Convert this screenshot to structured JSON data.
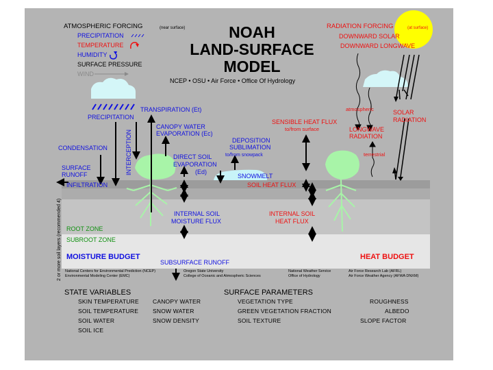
{
  "title": {
    "line1": "NOAH",
    "line2": "LAND-SURFACE",
    "line3": "MODEL",
    "subtitle": "NCEP • OSU • Air Force • Office Of Hydrology"
  },
  "atmospheric_forcing": {
    "heading": "ATMOSPHERIC FORCING",
    "qualifier": "(near surface)",
    "items": [
      {
        "label": "PRECIPITATION",
        "icon": "rain-dashes-icon",
        "color": "#1010e0"
      },
      {
        "label": "TEMPERATURE",
        "icon": "curved-arrow-icon",
        "color": "#ee1010"
      },
      {
        "label": "HUMIDITY",
        "icon": "swirl-arrow-icon",
        "color": "#1010e0"
      },
      {
        "label": "SURFACE PRESSURE",
        "color": "#000000"
      },
      {
        "label": "WIND",
        "icon": "arrow-right-icon",
        "color": "#8a8a8a"
      }
    ]
  },
  "radiation_forcing": {
    "heading": "RADIATION FORCING",
    "qualifier": "(at surface)",
    "items": [
      "DOWNWARD SOLAR",
      "DOWNWARD LONGWAVE"
    ]
  },
  "diagram_labels": {
    "precipitation": "PRECIPITATION",
    "transpiration": "TRANSPIRATION (Et)",
    "canopy_water_evap_1": "CANOPY WATER",
    "canopy_water_evap_2": "EVAPORATION (Ec)",
    "condensation": "CONDENSATION",
    "interception": "INTERCEPTION",
    "direct_soil_evap_1": "DIRECT SOIL",
    "direct_soil_evap_2": "EVAPORATION",
    "direct_soil_evap_3": "(Ed)",
    "surface_runoff_1": "SURFACE",
    "surface_runoff_2": "RUNOFF",
    "infiltration": "INFILTRATION",
    "deposition_1": "DEPOSITION",
    "deposition_2": "SUBLIMATION",
    "deposition_3": "to/from snowpack",
    "snowmelt": "SNOWMELT",
    "sensible_heat_1": "SENSIBLE HEAT FLUX",
    "sensible_heat_2": "to/from surface",
    "atmospheric": "atmospheric",
    "longwave_1": "LONGWAVE",
    "longwave_2": "RADIATION",
    "terrestrial": "terrestrial",
    "solar_1": "SOLAR",
    "solar_2": "RADIATION",
    "soil_heat_flux": "SOIL HEAT FLUX",
    "internal_moisture_1": "INTERNAL SOIL",
    "internal_moisture_2": "MOISTURE FLUX",
    "internal_heat_1": "INTERNAL SOIL",
    "internal_heat_2": "HEAT FLUX",
    "root_zone": "ROOT ZONE",
    "subroot_zone": "SUBROOT ZONE",
    "moisture_budget": "MOISTURE BUDGET",
    "subsurface_runoff": "SUBSURFACE RUNOFF",
    "heat_budget": "HEAT BUDGET",
    "soil_layers_note": "2 or more soil layers (recommended 4)"
  },
  "credits": [
    {
      "line1": "National Centers for Environmental Prediction (NCEP)",
      "line2": "Environmental Modeling Center (EMC)"
    },
    {
      "line1": "Oregon State University",
      "line2": "College of Oceanic and Atmospheric Sciences"
    },
    {
      "line1": "National Weather Service",
      "line2": "Office of Hydrology"
    },
    {
      "line1": "Air Force Research Lab (AFRL)",
      "line2": "Air Force Weather Agency (AFWA DNXM)"
    }
  ],
  "state_variables": {
    "heading": "STATE VARIABLES",
    "col1": [
      "SKIN TEMPERATURE",
      "SOIL TEMPERATURE",
      "SOIL WATER",
      "SOIL ICE"
    ],
    "col2": [
      "CANOPY WATER",
      "SNOW WATER",
      "SNOW DENSITY"
    ]
  },
  "surface_parameters": {
    "heading": "SURFACE PARAMETERS",
    "col1": [
      "VEGETATION TYPE",
      "GREEN VEGETATION FRACTION",
      "SOIL TEXTURE"
    ],
    "col2": [
      "ROUGHNESS",
      "ALBEDO",
      "SLOPE FACTOR"
    ]
  },
  "colors": {
    "background": "#b4b4b4",
    "moisture": "#1010e0",
    "heat": "#ee1010",
    "zone": "#109010",
    "vegetation": "#a8f0a8",
    "snow": "#c8f4f8",
    "sun": "#ffff00"
  }
}
